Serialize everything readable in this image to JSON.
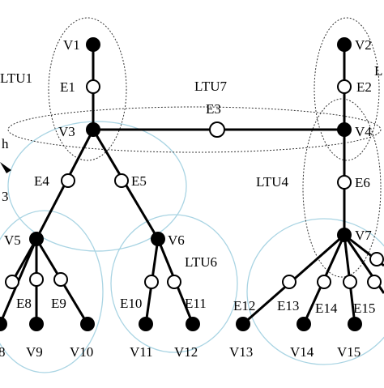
{
  "vertex_labels": {
    "v1": "V1",
    "v2": "V2",
    "v3": "V3",
    "v4": "V4",
    "v5": "V5",
    "v6": "V6",
    "v7": "V7",
    "v8": "8",
    "v9": "V9",
    "v10": "V10",
    "v11": "V11",
    "v12": "V12",
    "v13": "V13",
    "v14": "V14",
    "v15": "V15"
  },
  "edge_labels": {
    "e1": "E1",
    "e2": "E2",
    "e3": "E3",
    "e4": "E4",
    "e5": "E5",
    "e6": "E6",
    "e8": "E8",
    "e9": "E9",
    "e10": "E10",
    "e11": "E11",
    "e12": "E12",
    "e13": "E13",
    "e14": "E14",
    "e15": "E15"
  },
  "ltu_labels": {
    "ltu1": "LTU1",
    "ltu4": "LTU4",
    "ltu6": "LTU6",
    "ltu7": "LTU7",
    "ltu2_partial": "L",
    "ltu3_partial": "3",
    "left_partial": "h"
  },
  "colors": {
    "node": "#000000",
    "edge_node": "#ffffff",
    "ltu_outline": "#333333",
    "lower_ltu_outline": "#a9d4e3"
  }
}
